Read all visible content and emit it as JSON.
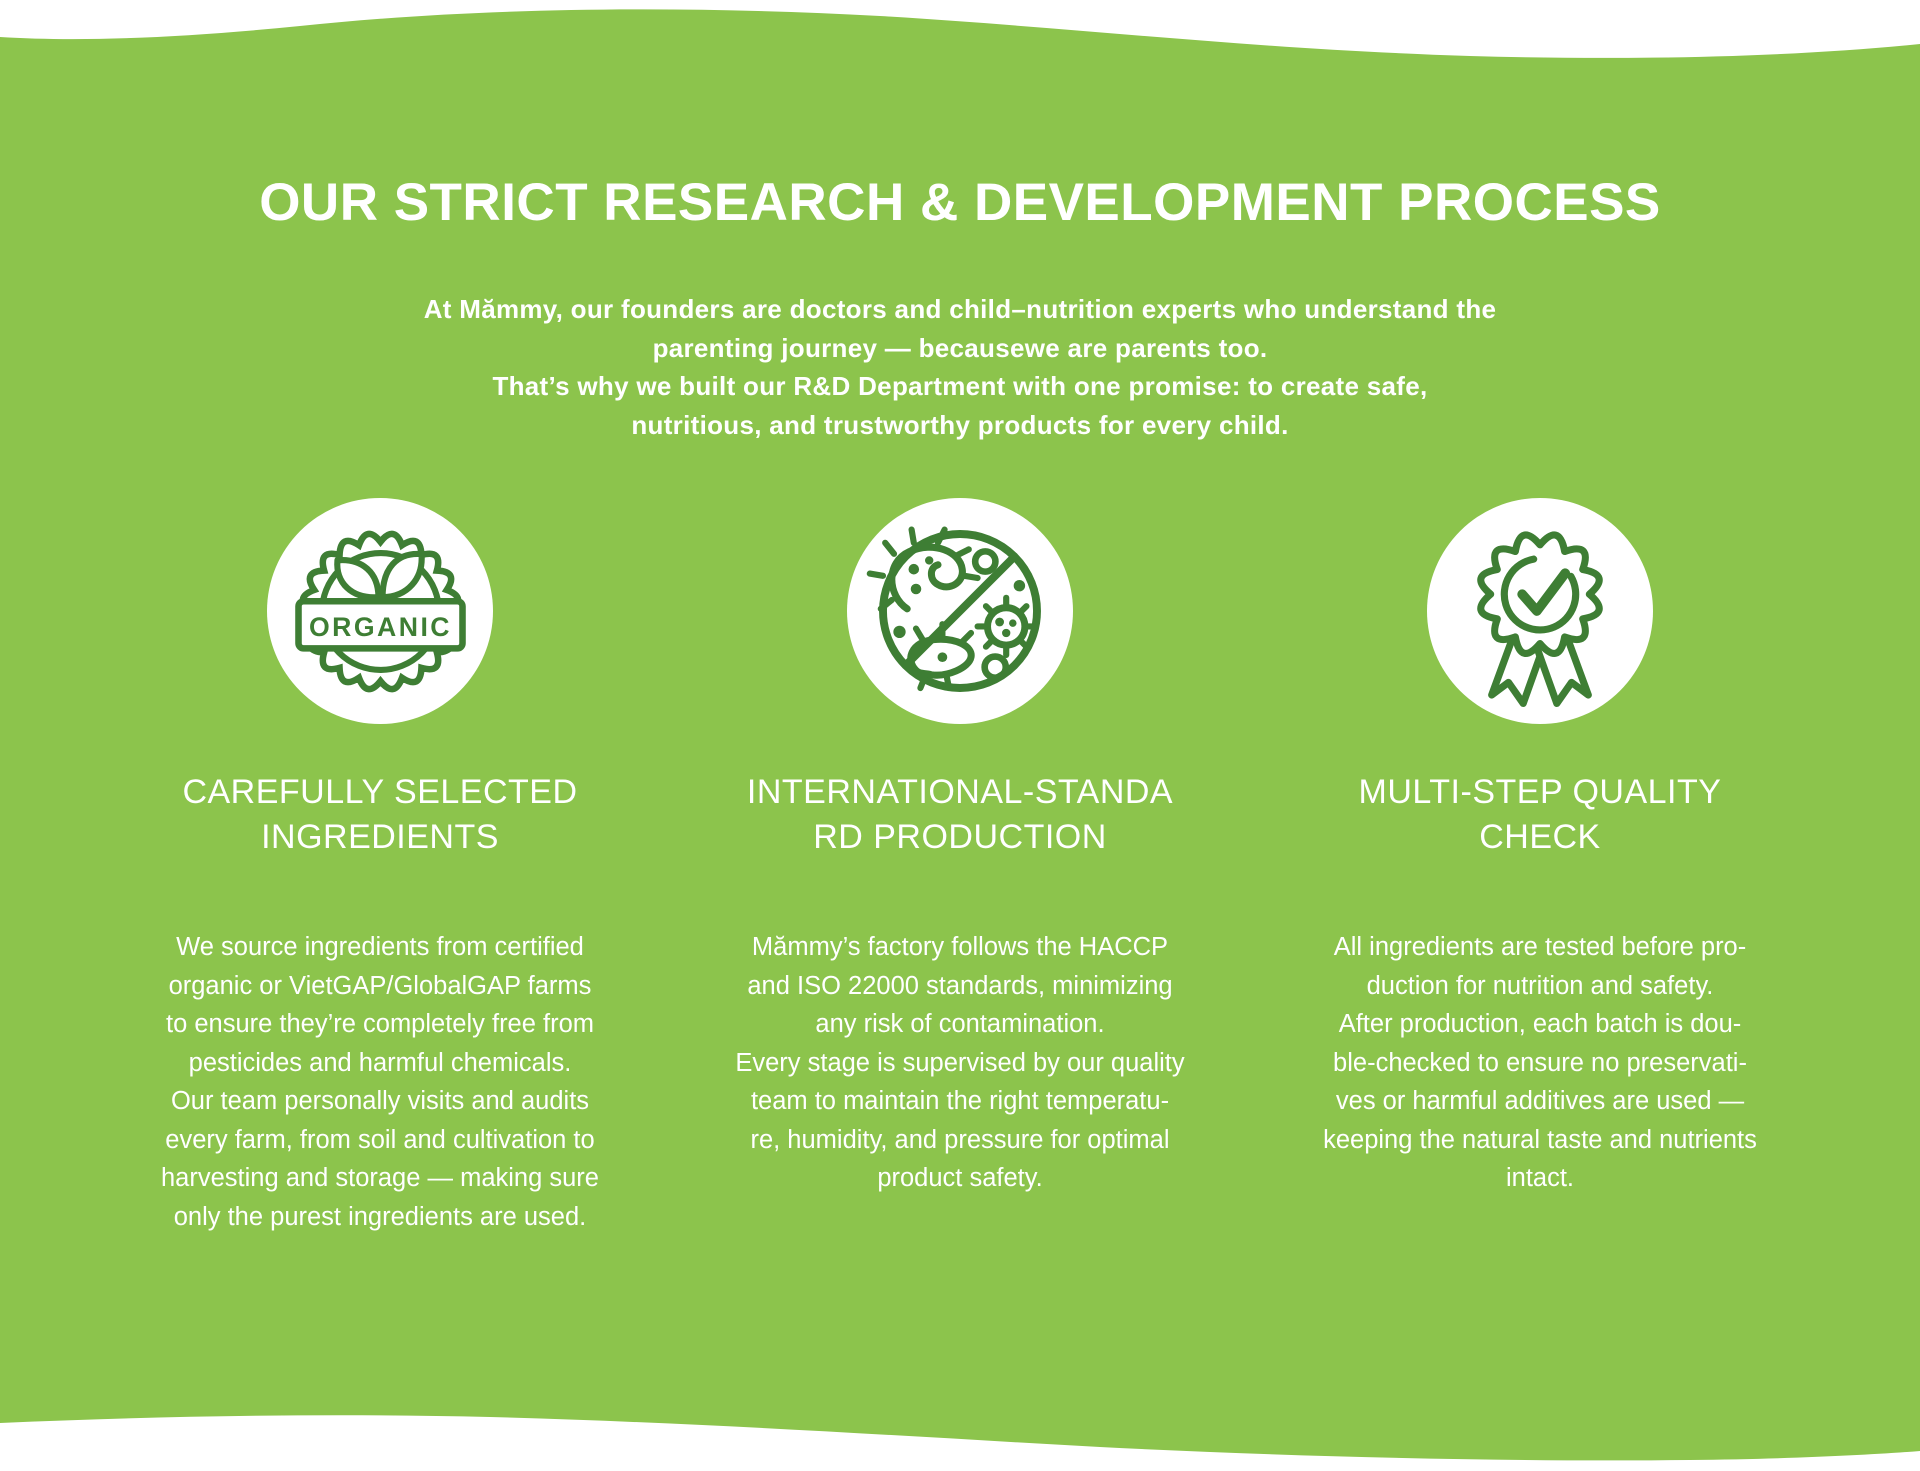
{
  "theme": {
    "background_green": "#8cc44c",
    "icon_green": "#3e7e34",
    "text_color": "#ffffff"
  },
  "section": {
    "title": "OUR STRICT RESEARCH & DEVELOPMENT PROCESS",
    "intro": "At Mămmy, our founders are doctors and child–nutrition experts who understand the\nparenting journey — becausewe are parents too.\nThat’s why we built our R&D Department with one promise: to create safe,\nnutritious, and trustworthy products for every child."
  },
  "columns": [
    {
      "icon": "organic-badge-icon",
      "icon_label": "ORGANIC",
      "heading": "CAREFULLY SELECTED\nINGREDIENTS",
      "body": "We source ingredients from certified\norganic or VietGAP/GlobalGAP farms\nto ensure they’re completely free from\npesticides and harmful chemicals.\nOur team personally visits and audits\nevery farm, from soil and cultivation to\nharvesting and storage — making sure\nonly the purest ingredients are used."
    },
    {
      "icon": "no-bacteria-icon",
      "heading": "INTERNATIONAL-STANDA\nRD PRODUCTION",
      "body": "Mămmy’s factory follows the HACCP\nand ISO 22000 standards, minimizing\nany risk of contamination.\nEvery stage is supervised by our quality\nteam to maintain the right temperatu-\nre, humidity, and pressure for optimal\nproduct safety."
    },
    {
      "icon": "quality-ribbon-icon",
      "heading": "MULTI-STEP QUALITY\nCHECK",
      "body": "All ingredients are tested before pro-\nduction for nutrition and safety.\nAfter production, each batch is dou-\nble-checked to ensure no preservati-\nves or harmful additives are used —\nkeeping the natural taste and nutrients\nintact."
    }
  ]
}
